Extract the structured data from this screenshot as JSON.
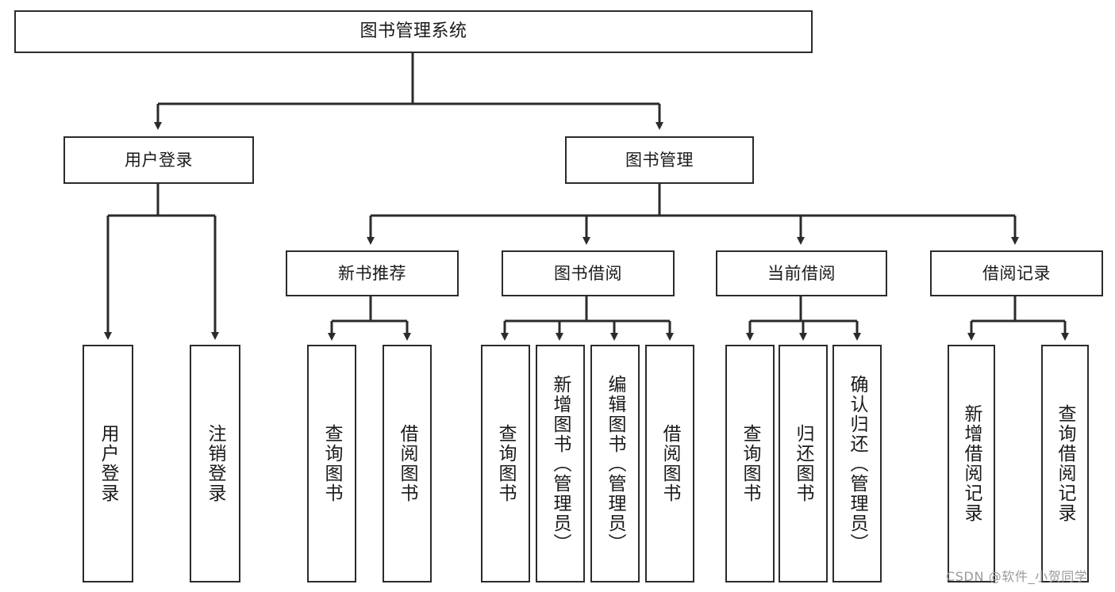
{
  "diagram": {
    "title": "图书管理系统",
    "type": "tree-hierarchy",
    "orientation": "top-down",
    "stroke_color": "#2b2b2b",
    "fill_color": "#ffffff",
    "background_color": "#ffffff",
    "nodes": {
      "root": {
        "label": "图书管理系统"
      },
      "level2": [
        {
          "id": "user-login",
          "label": "用户登录"
        },
        {
          "id": "book-management",
          "label": "图书管理"
        }
      ],
      "level3": [
        {
          "id": "new-book-recommend",
          "label": "新书推荐"
        },
        {
          "id": "book-borrow",
          "label": "图书借阅"
        },
        {
          "id": "current-borrow",
          "label": "当前借阅"
        },
        {
          "id": "borrow-record",
          "label": "借阅记录"
        }
      ],
      "leaves": {
        "user_login": [
          {
            "id": "leaf-user-login",
            "label": "用户登录"
          },
          {
            "id": "leaf-logout-login",
            "label": "注销登录"
          }
        ],
        "new_book_recommend": [
          {
            "id": "leaf-query-book-1",
            "label": "查询图书"
          },
          {
            "id": "leaf-borrow-book-1",
            "label": "借阅图书"
          }
        ],
        "book_borrow": [
          {
            "id": "leaf-query-book-2",
            "label": "查询图书"
          },
          {
            "id": "leaf-add-book",
            "label": "新增图书（管理员）"
          },
          {
            "id": "leaf-edit-book",
            "label": "编辑图书（管理员）"
          },
          {
            "id": "leaf-borrow-book-2",
            "label": "借阅图书"
          }
        ],
        "current_borrow": [
          {
            "id": "leaf-query-book-3",
            "label": "查询图书"
          },
          {
            "id": "leaf-return-book",
            "label": "归还图书"
          },
          {
            "id": "leaf-confirm-return",
            "label": "确认归还（管理员）"
          }
        ],
        "borrow_record": [
          {
            "id": "leaf-add-record",
            "label": "新增借阅记录"
          },
          {
            "id": "leaf-query-record",
            "label": "查询借阅记录"
          }
        ]
      }
    }
  },
  "watermark": {
    "text": "CSDN @软件_小贺同学"
  }
}
